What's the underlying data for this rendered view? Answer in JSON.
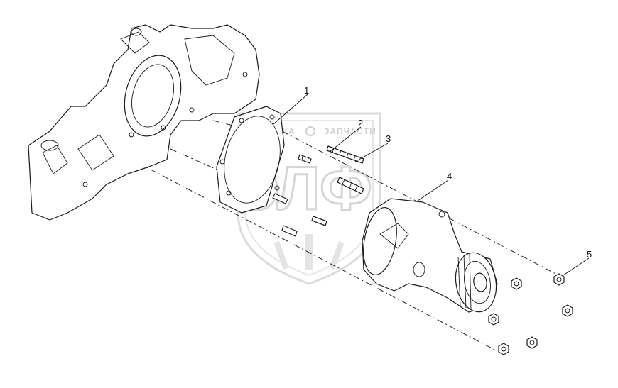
{
  "callouts": [
    {
      "id": "1",
      "label": "1"
    },
    {
      "id": "2",
      "label": "2"
    },
    {
      "id": "3",
      "label": "3"
    },
    {
      "id": "4",
      "label": "4"
    },
    {
      "id": "5",
      "label": "5"
    }
  ],
  "watermark": {
    "text_left": "ТЕХНИКА",
    "text_right": "ЗАПЧАСТИ",
    "logo_letters": "ЭЛФ"
  },
  "colors": {
    "line": "#1a1a1a",
    "watermark": "#d6d6d6",
    "background": "#ffffff"
  }
}
